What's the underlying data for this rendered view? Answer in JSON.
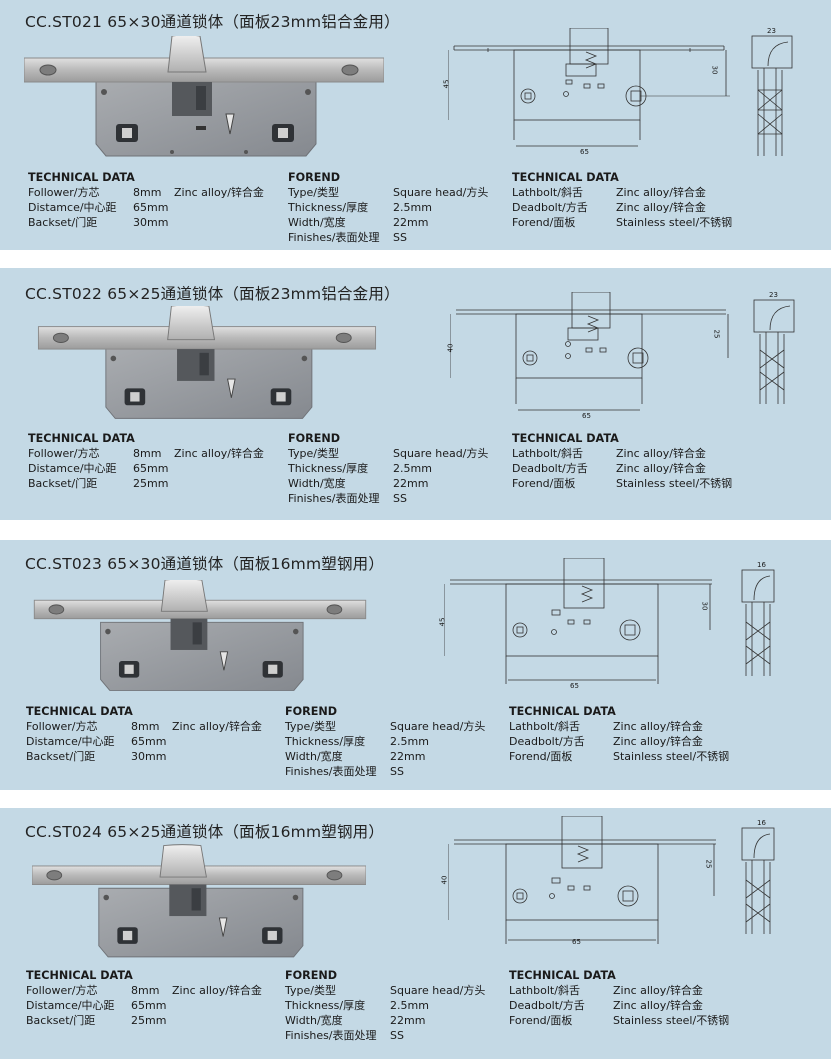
{
  "colors": {
    "panel_bg": "#c4d9e5",
    "page_bg": "#ffffff"
  },
  "products": [
    {
      "title": "CC.ST021  65×30通道锁体（面板23mm铝合金用）",
      "dims": {
        "height": "45",
        "backset": "30",
        "distance": "65",
        "forend_width": "23"
      },
      "tech1": {
        "heading": "TECHNICAL DATA",
        "rows": [
          {
            "label": "Follower/方芯",
            "value": "8mm",
            "extra": "Zinc alloy/锌合金"
          },
          {
            "label": "Distamce/中心距",
            "value": "65mm",
            "extra": ""
          },
          {
            "label": "Backset/门距",
            "value": "30mm",
            "extra": ""
          }
        ]
      },
      "forend": {
        "heading": "FOREND",
        "rows": [
          {
            "label": "Type/类型",
            "value": "Square head/方头"
          },
          {
            "label": "Thickness/厚度",
            "value": "2.5mm"
          },
          {
            "label": "Width/宽度",
            "value": "22mm"
          },
          {
            "label": "Finishes/表面处理",
            "value": "SS"
          }
        ]
      },
      "tech2": {
        "heading": "TECHNICAL DATA",
        "rows": [
          {
            "label": "Lathbolt/斜舌",
            "value": "Zinc alloy/锌合金"
          },
          {
            "label": "Deadbolt/方舌",
            "value": "Zinc alloy/锌合金"
          },
          {
            "label": "Forend/面板",
            "value": "Stainless steel/不锈钢"
          }
        ]
      }
    },
    {
      "title": "CC.ST022  65×25通道锁体（面板23mm铝合金用）",
      "dims": {
        "height": "40",
        "backset": "25",
        "distance": "65",
        "forend_width": "23"
      },
      "tech1": {
        "heading": "TECHNICAL DATA",
        "rows": [
          {
            "label": "Follower/方芯",
            "value": "8mm",
            "extra": "Zinc alloy/锌合金"
          },
          {
            "label": "Distamce/中心距",
            "value": "65mm",
            "extra": ""
          },
          {
            "label": "Backset/门距",
            "value": "25mm",
            "extra": ""
          }
        ]
      },
      "forend": {
        "heading": "FOREND",
        "rows": [
          {
            "label": "Type/类型",
            "value": "Square head/方头"
          },
          {
            "label": "Thickness/厚度",
            "value": "2.5mm"
          },
          {
            "label": "Width/宽度",
            "value": "22mm"
          },
          {
            "label": "Finishes/表面处理",
            "value": "SS"
          }
        ]
      },
      "tech2": {
        "heading": "TECHNICAL DATA",
        "rows": [
          {
            "label": "Lathbolt/斜舌",
            "value": "Zinc alloy/锌合金"
          },
          {
            "label": "Deadbolt/方舌",
            "value": "Zinc alloy/锌合金"
          },
          {
            "label": "Forend/面板",
            "value": "Stainless steel/不锈钢"
          }
        ]
      }
    },
    {
      "title": "CC.ST023  65×30通道锁体（面板16mm塑钢用）",
      "dims": {
        "height": "45",
        "backset": "30",
        "distance": "65",
        "forend_width": "16"
      },
      "tech1": {
        "heading": "TECHNICAL DATA",
        "rows": [
          {
            "label": "Follower/方芯",
            "value": "8mm",
            "extra": "Zinc alloy/锌合金"
          },
          {
            "label": "Distamce/中心距",
            "value": "65mm",
            "extra": ""
          },
          {
            "label": "Backset/门距",
            "value": "30mm",
            "extra": ""
          }
        ]
      },
      "forend": {
        "heading": "FOREND",
        "rows": [
          {
            "label": "Type/类型",
            "value": "Square head/方头"
          },
          {
            "label": "Thickness/厚度",
            "value": "2.5mm"
          },
          {
            "label": "Width/宽度",
            "value": "22mm"
          },
          {
            "label": "Finishes/表面处理",
            "value": "SS"
          }
        ]
      },
      "tech2": {
        "heading": "TECHNICAL DATA",
        "rows": [
          {
            "label": "Lathbolt/斜舌",
            "value": "Zinc alloy/锌合金"
          },
          {
            "label": "Deadbolt/方舌",
            "value": "Zinc alloy/锌合金"
          },
          {
            "label": "Forend/面板",
            "value": "Stainless steel/不锈钢"
          }
        ]
      }
    },
    {
      "title": "CC.ST024  65×25通道锁体（面板16mm塑钢用）",
      "dims": {
        "height": "40",
        "backset": "25",
        "distance": "65",
        "forend_width": "16"
      },
      "tech1": {
        "heading": "TECHNICAL DATA",
        "rows": [
          {
            "label": "Follower/方芯",
            "value": "8mm",
            "extra": "Zinc alloy/锌合金"
          },
          {
            "label": "Distamce/中心距",
            "value": "65mm",
            "extra": ""
          },
          {
            "label": "Backset/门距",
            "value": "25mm",
            "extra": ""
          }
        ]
      },
      "forend": {
        "heading": "FOREND",
        "rows": [
          {
            "label": "Type/类型",
            "value": "Square head/方头"
          },
          {
            "label": "Thickness/厚度",
            "value": "2.5mm"
          },
          {
            "label": "Width/宽度",
            "value": "22mm"
          },
          {
            "label": "Finishes/表面处理",
            "value": "SS"
          }
        ]
      },
      "tech2": {
        "heading": "TECHNICAL DATA",
        "rows": [
          {
            "label": "Lathbolt/斜舌",
            "value": "Zinc alloy/锌合金"
          },
          {
            "label": "Deadbolt/方舌",
            "value": "Zinc alloy/锌合金"
          },
          {
            "label": "Forend/面板",
            "value": "Stainless steel/不锈钢"
          }
        ]
      }
    }
  ]
}
